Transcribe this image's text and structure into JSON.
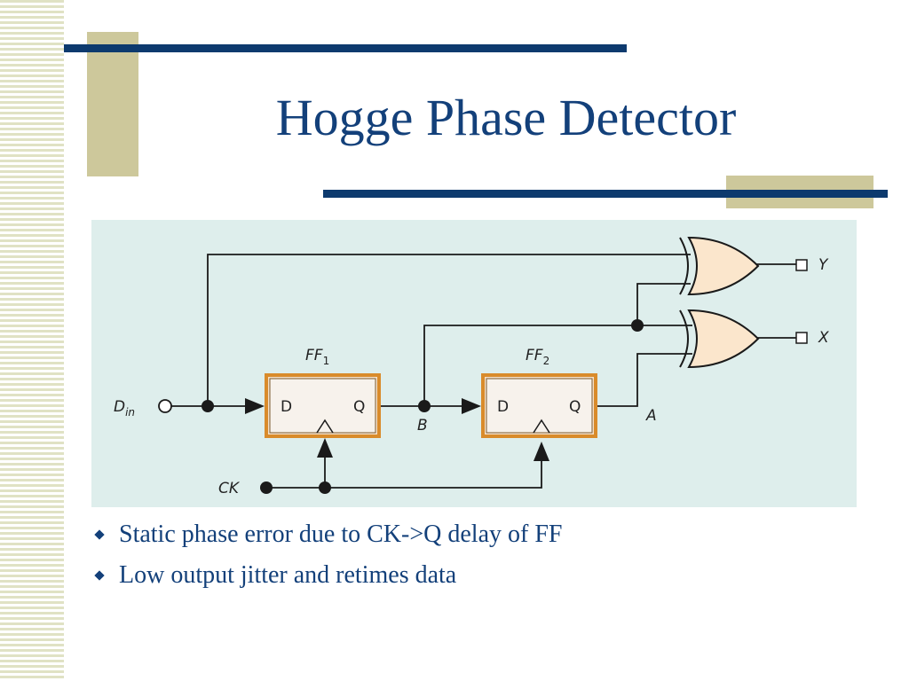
{
  "slide": {
    "title": "Hogge Phase Detector",
    "bullets": [
      "Static phase error due to CK->Q delay of FF",
      "Low output jitter and retimes data"
    ]
  },
  "diagram": {
    "input_label": "D",
    "input_sub": "in",
    "clock_label": "CK",
    "ff1_name": "FF",
    "ff1_sub": "1",
    "ff2_name": "FF",
    "ff2_sub": "2",
    "d_pin": "D",
    "q_pin": "Q",
    "node_b": "B",
    "node_a": "A",
    "out_y": "Y",
    "out_x": "X"
  },
  "colors": {
    "title": "#13407a",
    "bar": "#0d3a6e",
    "accent": "#cdc89b",
    "diagram_bg": "#deeeec",
    "ff_fill": "#f5e0c8",
    "ff_border": "#d98b2b",
    "gate_fill": "#fbe6cc"
  }
}
